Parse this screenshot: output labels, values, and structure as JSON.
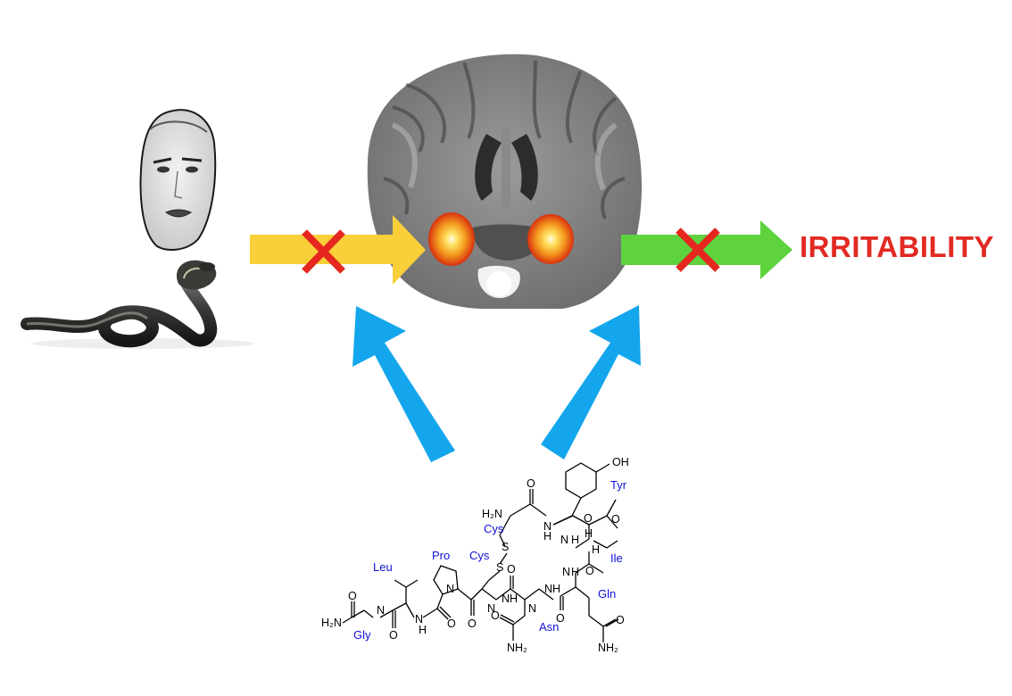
{
  "colors": {
    "input_arrow": "#F9CF3A",
    "output_arrow": "#5ED33E",
    "modulation_arrow": "#14A6EC",
    "block_x": "#E5271F",
    "outcome_text": "#E12A22",
    "amino_acid_label": "#1010D8",
    "activation_hot": "#FFF7B0",
    "activation_mid": "#F7A020",
    "activation_edge": "#E02A10"
  },
  "icons": {
    "face": "angry-face-photo",
    "snake": "cobra-photo",
    "brain": "brain-mri-coronal-slice",
    "block": "red-x-icon",
    "molecule": "oxytocin-structure"
  },
  "outcome": {
    "label": "IRRITABILITY"
  },
  "molecule": {
    "amino_acids": {
      "tyr": "Tyr",
      "cys_top": "Cys",
      "ile": "Ile",
      "cys_mid": "Cys",
      "pro": "Pro",
      "leu": "Leu",
      "gln": "Gln",
      "asn": "Asn",
      "gly": "Gly"
    },
    "atoms": {
      "oh": "OH",
      "h2n_top": "H₂N",
      "s1": "S",
      "s2": "S",
      "nh_1": "N",
      "nh_2": "N",
      "nh_3": "N",
      "nh_4": "N",
      "nh_5": "N",
      "nh_6": "N",
      "nh_7": "N",
      "nh_8": "N",
      "nh_9": "N",
      "n_pro": "N",
      "h_1": "H",
      "h_2": "H",
      "h_3": "H",
      "h_4": "H",
      "h_5": "H",
      "h_6": "H",
      "h_7": "H",
      "h_8": "H",
      "o_1": "O",
      "o_2": "O",
      "o_3": "O",
      "o_4": "O",
      "o_5": "O",
      "o_6": "O",
      "o_7": "O",
      "o_8": "O",
      "o_9": "O",
      "o_10": "O",
      "o_11": "O",
      "o_12": "O",
      "h2n_gly": "H₂N",
      "nh2_asn": "NH₂",
      "nh2_gln": "NH₂"
    }
  }
}
